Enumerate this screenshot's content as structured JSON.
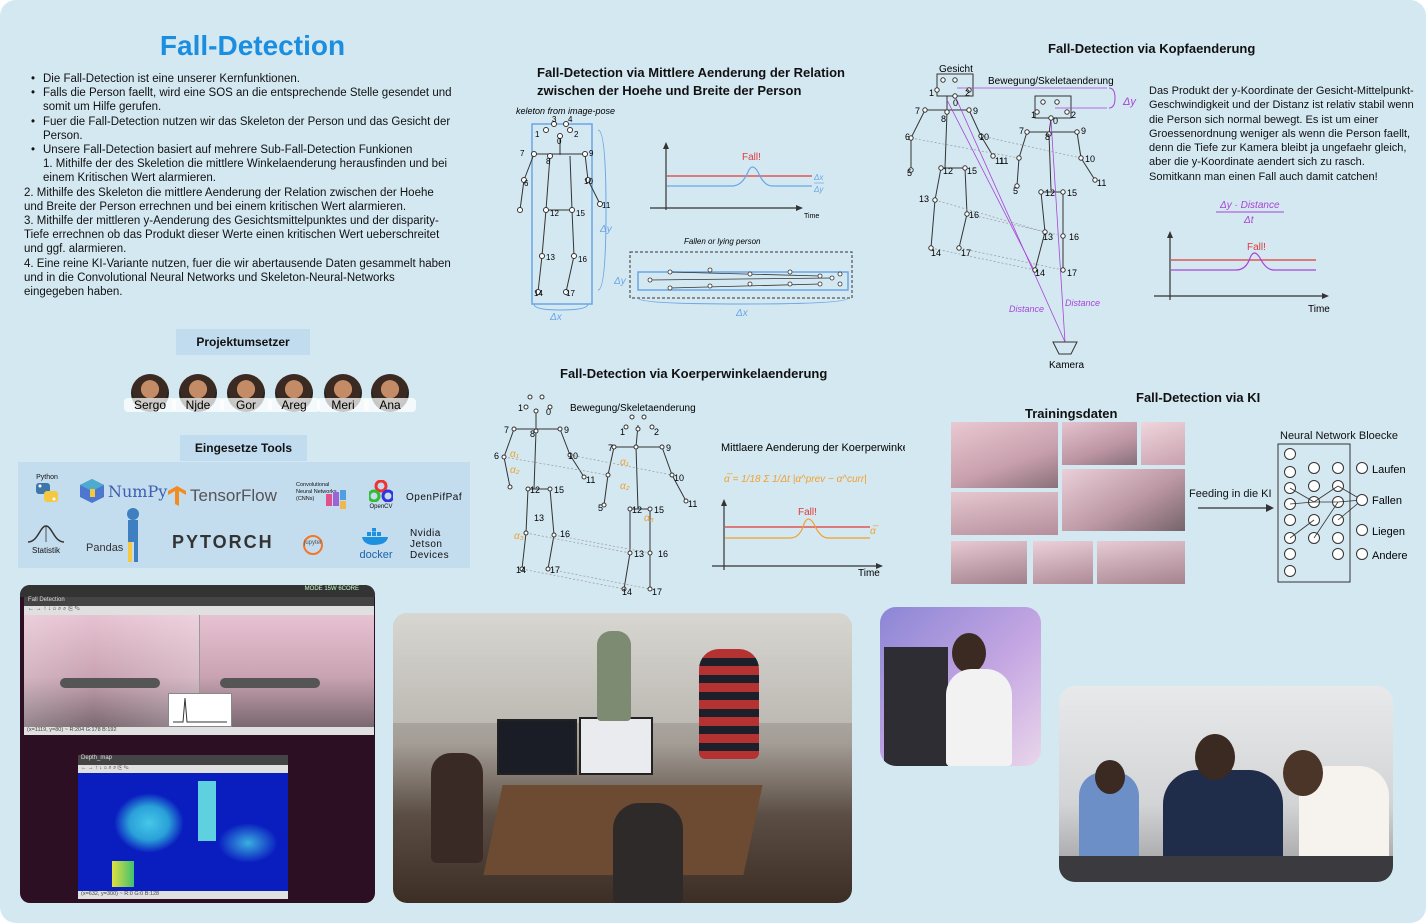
{
  "title": "Fall-Detection",
  "intro": {
    "bullets": [
      "Die Fall-Detection ist eine unserer Kernfunktionen.",
      "Falls die Person faellt, wird eine SOS an die entsprechende Stelle gesendet und somit um Hilfe gerufen.",
      "Fuer die Fall-Detection nutzen wir das Skeleton der Person und das Gesicht der Person.",
      "Unsere Fall-Detection basiert auf mehrere Sub-Fall-Detection Funkionen"
    ],
    "sub_item_1": "1. Mithilfe der des Skeletion die mittlere Winkelaenderung herausfinden und bei einem Kritischen Wert alarmieren.",
    "item_2": "2. Mithilfe des Skeleton die mittlere Aenderung der Relation zwischen der Hoehe und Breite der Person errechnen und bei einem kritischen Wert alarmieren.",
    "item_3": "3. Mithilfe der mittleren y-Aenderung des Gesichtsmittelpunktes und der disparity-Tiefe errechnen ob das Produkt dieser Werte einen kritischen Wert ueberschreitet und ggf. alarmieren.",
    "item_4": "4. Eine reine KI-Variante nutzen, fuer die wir abertausende Daten gesammelt haben und in die Convolutional Neural Networks und Skeleton-Neural-Networks eingegeben haben."
  },
  "team": {
    "heading": "Projektumsetzer",
    "members": [
      "Sergo",
      "Njde",
      "Gor",
      "Areg",
      "Meri",
      "Ana"
    ]
  },
  "tools": {
    "heading": "Eingesetze Tools",
    "items": [
      "Python",
      "NumPy",
      "TensorFlow",
      "Convolutional Neural Networks (CNNs)",
      "OpenCV",
      "OpenPifPaf",
      "Statistik",
      "Pandas",
      "PYTORCH",
      "jupyter",
      "docker",
      "Nvidia Jetson Devices"
    ]
  },
  "ratio_section": {
    "title_line1": "Fall-Detection via Mittlere Aenderung der Relation",
    "title_line2": "zwischen der Hoehe und Breite der Person",
    "skeleton_caption": "keleton from image-pose",
    "fallen_caption": "Fallen or lying person",
    "fall_label": "Fall!",
    "ratio_label_top": "Δx",
    "ratio_label_bottom": "Δy",
    "time_label": "Time",
    "dx": "Δx",
    "dy": "Δy"
  },
  "head_section": {
    "title": "Fall-Detection via Kopfaenderung",
    "face_label": "Gesicht",
    "movement_label": "Bewegung/Skeletaenderung",
    "dy": "Δy",
    "distance": "Distance",
    "camera": "Kamera",
    "description": "Das Produkt der y-Koordinate der Gesicht-Mittelpunkt-Geschwindigkeit und der Distanz ist relativ stabil wenn die Person sich normal bewegt. Es ist um einer Groessenordnung weniger als wenn die Person faellt, denn die Tiefe zur Kamera bleibt ja ungefaehr gleich, aber die y-Koordinate aendert sich zu rasch. Somitkann man einen Fall auch damit catchen!",
    "formula_num": "Δy · Distance",
    "formula_den": "Δt",
    "fall_label": "Fall!",
    "time_label": "Time"
  },
  "angle_section": {
    "title": "Fall-Detection via Koerperwinkelaenderung",
    "movement_label": "Bewegung/Skeletaenderung",
    "chart_title": "Mittlaere Aenderung der Koerperwinke",
    "formula": "α̅ = 1/18 Σ 1/Δt |α^prev − α^curr|",
    "alpha_bar": "α̅",
    "fall_label": "Fall!",
    "time_label": "Time"
  },
  "ki_section": {
    "title": "Fall-Detection via KI",
    "training_label": "Trainingsdaten",
    "feeding_label": "Feeding in die KI",
    "nn_label": "Neural Network Bloecke",
    "outputs": [
      "Laufen",
      "Fallen",
      "Liegen",
      "Andere"
    ]
  },
  "screenshot": {
    "window_title": "Fall Detection",
    "status_top": "(x=1119, y=80) ~ R:204 G:178 B:192",
    "depth_title": "Depth_map",
    "status_bottom": "(x=632, y=300) ~ R:0 G:0 B:128",
    "tray": "MODE 15W 6CORE"
  },
  "keypoints": [
    "0",
    "1",
    "2",
    "3",
    "4",
    "5",
    "6",
    "7",
    "8",
    "9",
    "10",
    "11",
    "12",
    "13",
    "14",
    "15",
    "16",
    "17"
  ],
  "colors": {
    "title_blue": "#1b8ee0",
    "background": "#d4e8f2",
    "pill": "#c1dcef",
    "fall_red": "#e03a3a",
    "purple": "#a844d6",
    "orange": "#f0a030",
    "skeleton_blue": "#6aa6e6"
  }
}
